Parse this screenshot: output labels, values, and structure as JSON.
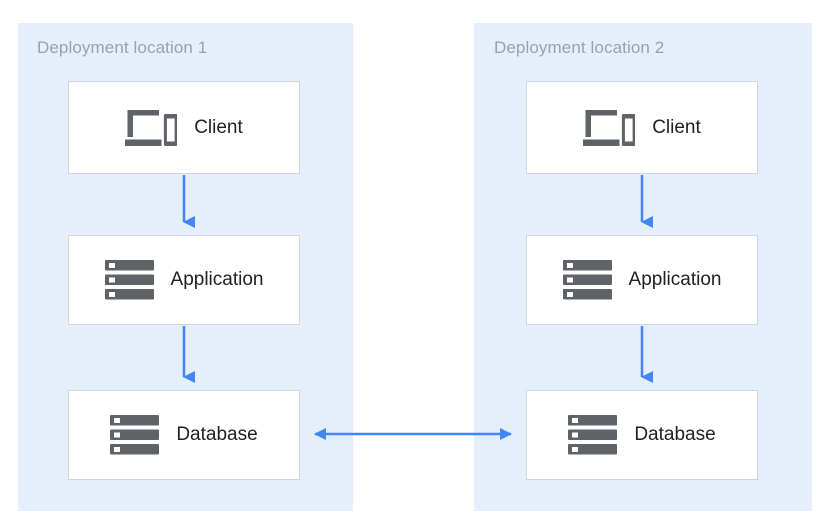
{
  "diagram": {
    "type": "architecture-diagram",
    "background_color": "#ffffff",
    "panel_color": "#e4effb",
    "box_color": "#ffffff",
    "box_border_color": "#d2d5d9",
    "arrow_color": "#4285f4",
    "icon_color": "#5f6368",
    "label_color": "#202124",
    "title_color": "#9ba1a6",
    "panels": [
      {
        "id": "location-1",
        "title": "Deployment location 1",
        "nodes": [
          {
            "id": "client-1",
            "label": "Client",
            "icon": "devices-icon"
          },
          {
            "id": "app-1",
            "label": "Application",
            "icon": "server-stack-icon"
          },
          {
            "id": "database-1",
            "label": "Database",
            "icon": "server-stack-icon"
          }
        ]
      },
      {
        "id": "location-2",
        "title": "Deployment location 2",
        "nodes": [
          {
            "id": "client-2",
            "label": "Client",
            "icon": "devices-icon"
          },
          {
            "id": "app-2",
            "label": "Application",
            "icon": "server-stack-icon"
          },
          {
            "id": "database-2",
            "label": "Database",
            "icon": "server-stack-icon"
          }
        ]
      }
    ],
    "connections": [
      {
        "id": "conn-client1-app1",
        "from": "client-1",
        "to": "app-1",
        "direction": "down",
        "arrowheads": "single"
      },
      {
        "id": "conn-app1-db1",
        "from": "app-1",
        "to": "database-1",
        "direction": "down",
        "arrowheads": "single"
      },
      {
        "id": "conn-client2-app2",
        "from": "client-2",
        "to": "app-2",
        "direction": "down",
        "arrowheads": "single"
      },
      {
        "id": "conn-app2-db2",
        "from": "app-2",
        "to": "database-2",
        "direction": "down",
        "arrowheads": "single"
      },
      {
        "id": "conn-db1-db2",
        "from": "database-1",
        "to": "database-2",
        "direction": "horizontal",
        "arrowheads": "double"
      }
    ]
  }
}
